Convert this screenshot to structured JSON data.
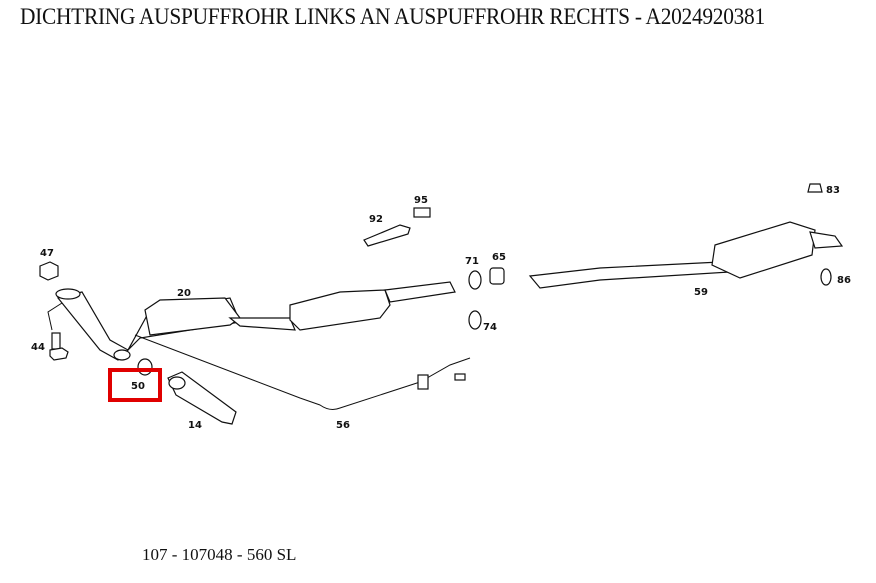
{
  "title": "DICHTRING AUSPUFFROHR LINKS AN AUSPUFFROHR RECHTS - A2024920381",
  "footer": "107 - 107048 - 560 SL",
  "highlight_color": "#e00000",
  "highlighted_part": "50",
  "parts": [
    "47",
    "44",
    "20",
    "50",
    "14",
    "56",
    "92",
    "95",
    "71",
    "74",
    "65",
    "59",
    "83",
    "86"
  ]
}
